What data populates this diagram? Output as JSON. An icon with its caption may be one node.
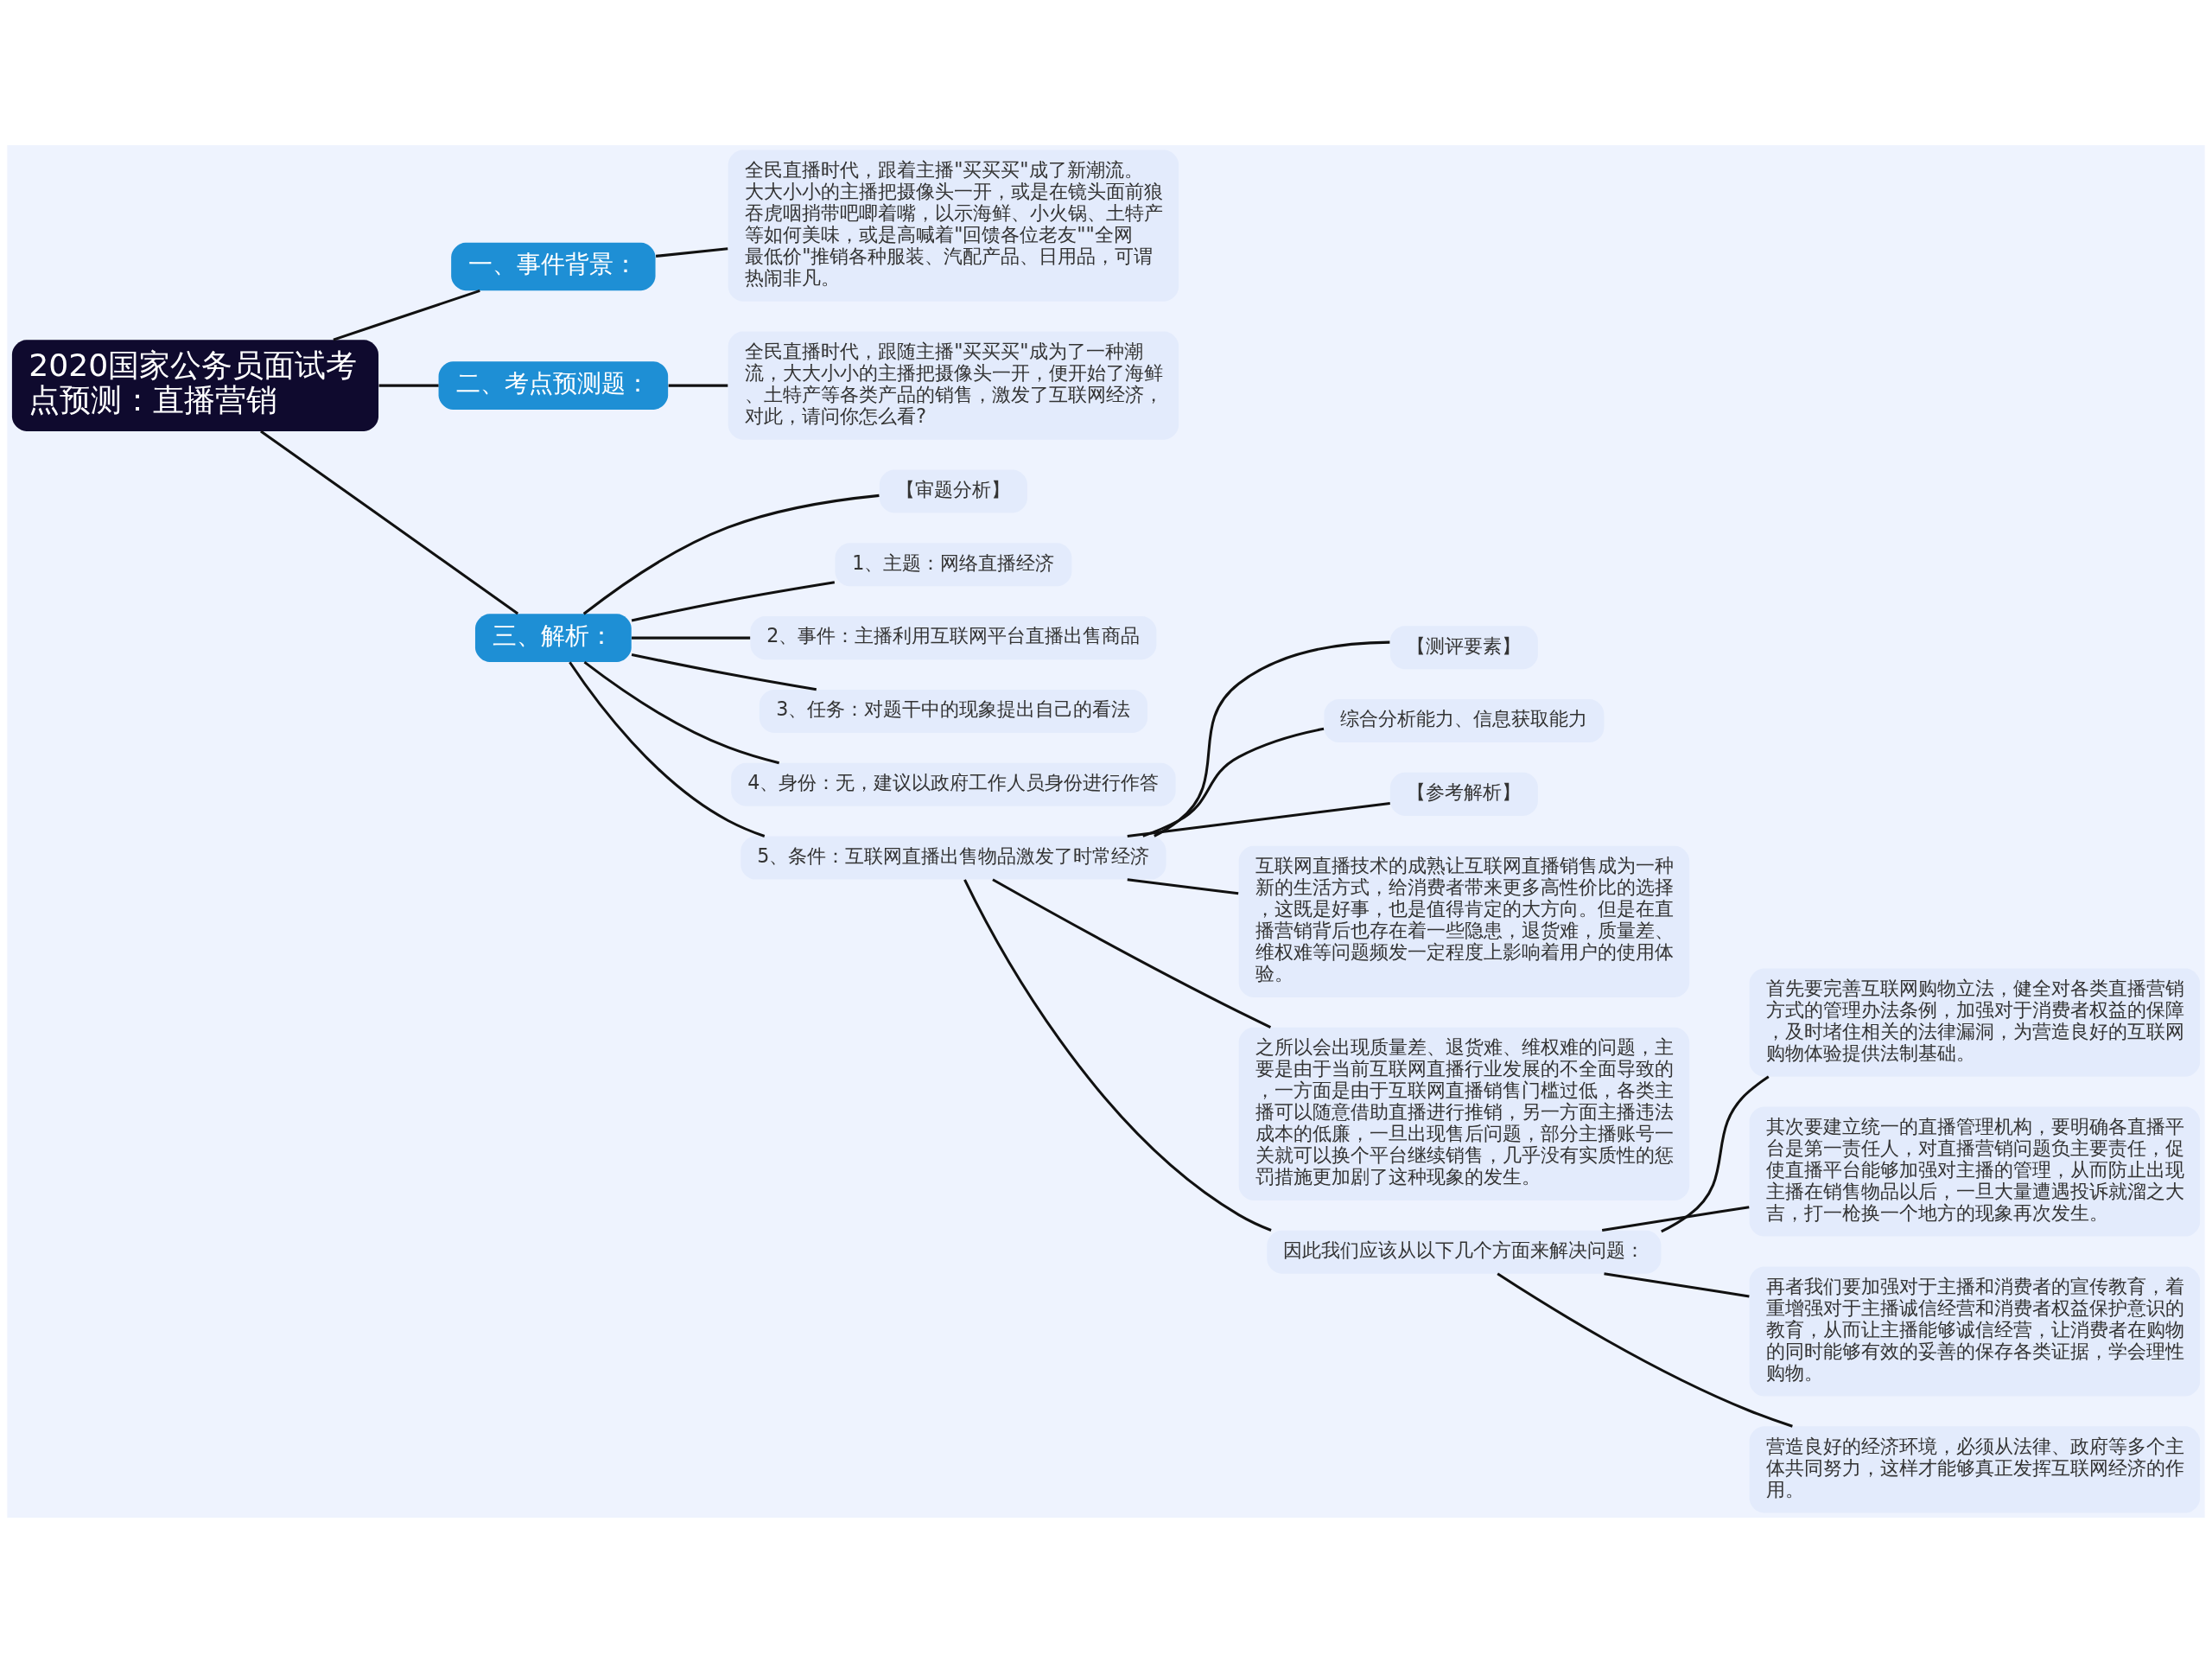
{
  "diagram": {
    "nodes": [
      {
        "text": [
          "2020国家公务员面试考点预测：直播营销"
        ]
      },
      {
        "text": [
          "一、事件背景："
        ]
      },
      {
        "text": [
          "全民直播时代，跟着主播\"买买买\"成了新潮流。大大小小的主播把摄像头一开，或是在镜头面前狼吞虎咽捎带吧唧着嘴，以示海鲜、小火锅、土特产等如何美味，或是高喊着\"回馈各位老友\"\"全网最低价\"推销各种服装、汽配产品、日用品，可谓热闹非凡。"
        ]
      },
      {
        "text": [
          "二、考点预测题："
        ]
      },
      {
        "text": [
          "全民直播时代，跟随主播\"买买买\"成为了一种潮流，大大小小的主播把摄像头一开，便开始了海鲜、土特产等各类产品的销售，激发了互联网经济，对此，请问你怎么看?"
        ]
      },
      {
        "text": [
          "三、解析："
        ]
      },
      {
        "text": [
          "【审题分析】"
        ]
      },
      {
        "text": [
          "1、主题：网络直播经济"
        ]
      },
      {
        "text": [
          "2、事件：主播利用互联网平台直播出售商品"
        ]
      },
      {
        "text": [
          "3、任务：对题干中的现象提出自己的看法"
        ]
      },
      {
        "text": [
          "4、身份：无，建议以政府工作人员身份进行作答"
        ]
      },
      {
        "text": [
          "5、条件：互联网直播出售物品激发了时常经济"
        ]
      },
      {
        "text": [
          "【测评要素】"
        ]
      },
      {
        "text": [
          "综合分析能力、信息获取能力"
        ]
      },
      {
        "text": [
          "【参考解析】"
        ]
      },
      {
        "text": [
          "互联网直播技术的成熟让互联网直播销售成为一种新的生活方式，给消费者带来更多高性价比的选择，这既是好事，也是值得肯定的大方向。但是在直播营销背后也存在着一些隐患，退货难，质量差、维权难等问题频发一定程度上影响着用户的使用体验。"
        ]
      },
      {
        "text": [
          "之所以会出现质量差、退货难、维权难的问题，主要是由于当前互联网直播行业发展的不全面导致的，一方面是由于互联网直播销售门槛过低，各类主播可以随意借助直播进行推销，另一方面主播违法成本的低廉，一旦出现售后问题，部分主播账号一关就可以换个平台继续销售，几乎没有实质性的惩罚措施更加剧了这种现象的发生。"
        ]
      },
      {
        "text": [
          "因此我们应该从以下几个方面来解决问题："
        ]
      },
      {
        "text": [
          "首先要完善互联网购物立法，健全对各类直播营销方式的管理办法条例，加强对于消费者权益的保障，及时堵住相关的法律漏洞，为营造良好的互联网购物体验提供法制基础。"
        ]
      },
      {
        "text": [
          "其次要建立统一的直播管理机构，要明确各直播平台是第一责任人，对直播营销问题负主要责任，促使直播平台能够加强对主播的管理，从而防止出现主播在销售物品以后，一旦大量遭遇投诉就溜之大吉，打一枪换一个地方的现象再次发生。"
        ]
      },
      {
        "text": [
          "再者我们要加强对于主播和消费者的宣传教育，着重增强对于主播诚信经营和消费者权益保护意识的教育，从而让主播能够诚信经营，让消费者在购物的同时能够有效的妥善的保存各类证据，学会理性购物。"
        ]
      },
      {
        "text": [
          "营造良好的经济环境，必须从法律、政府等多个主体共同努力，这样才能够真正发挥互联网经济的作用。"
        ]
      }
    ],
    "edges": [
      {
        "from": 0,
        "to": 1,
        "arrow": "none"
      },
      {
        "from": 1,
        "to": 2,
        "arrow": "none"
      },
      {
        "from": 0,
        "to": 3,
        "arrow": "none"
      },
      {
        "from": 3,
        "to": 4,
        "arrow": "none"
      },
      {
        "from": 0,
        "to": 5,
        "arrow": "none"
      },
      {
        "from": 5,
        "to": 6,
        "arrow": "none"
      },
      {
        "from": 5,
        "to": 7,
        "arrow": "none"
      },
      {
        "from": 5,
        "to": 8,
        "arrow": "none"
      },
      {
        "from": 5,
        "to": 9,
        "arrow": "none"
      },
      {
        "from": 5,
        "to": 10,
        "arrow": "none"
      },
      {
        "from": 5,
        "to": 11,
        "arrow": "none"
      },
      {
        "from": 11,
        "to": 12,
        "arrow": "none"
      },
      {
        "from": 11,
        "to": 13,
        "arrow": "none"
      },
      {
        "from": 11,
        "to": 14,
        "arrow": "none"
      },
      {
        "from": 11,
        "to": 15,
        "arrow": "none"
      },
      {
        "from": 11,
        "to": 16,
        "arrow": "none"
      },
      {
        "from": 11,
        "to": 17,
        "arrow": "none"
      },
      {
        "from": 17,
        "to": 18,
        "arrow": "none"
      },
      {
        "from": 17,
        "to": 19,
        "arrow": "none"
      },
      {
        "from": 17,
        "to": 20,
        "arrow": "none"
      },
      {
        "from": 17,
        "to": 21,
        "arrow": "none"
      }
    ]
  }
}
